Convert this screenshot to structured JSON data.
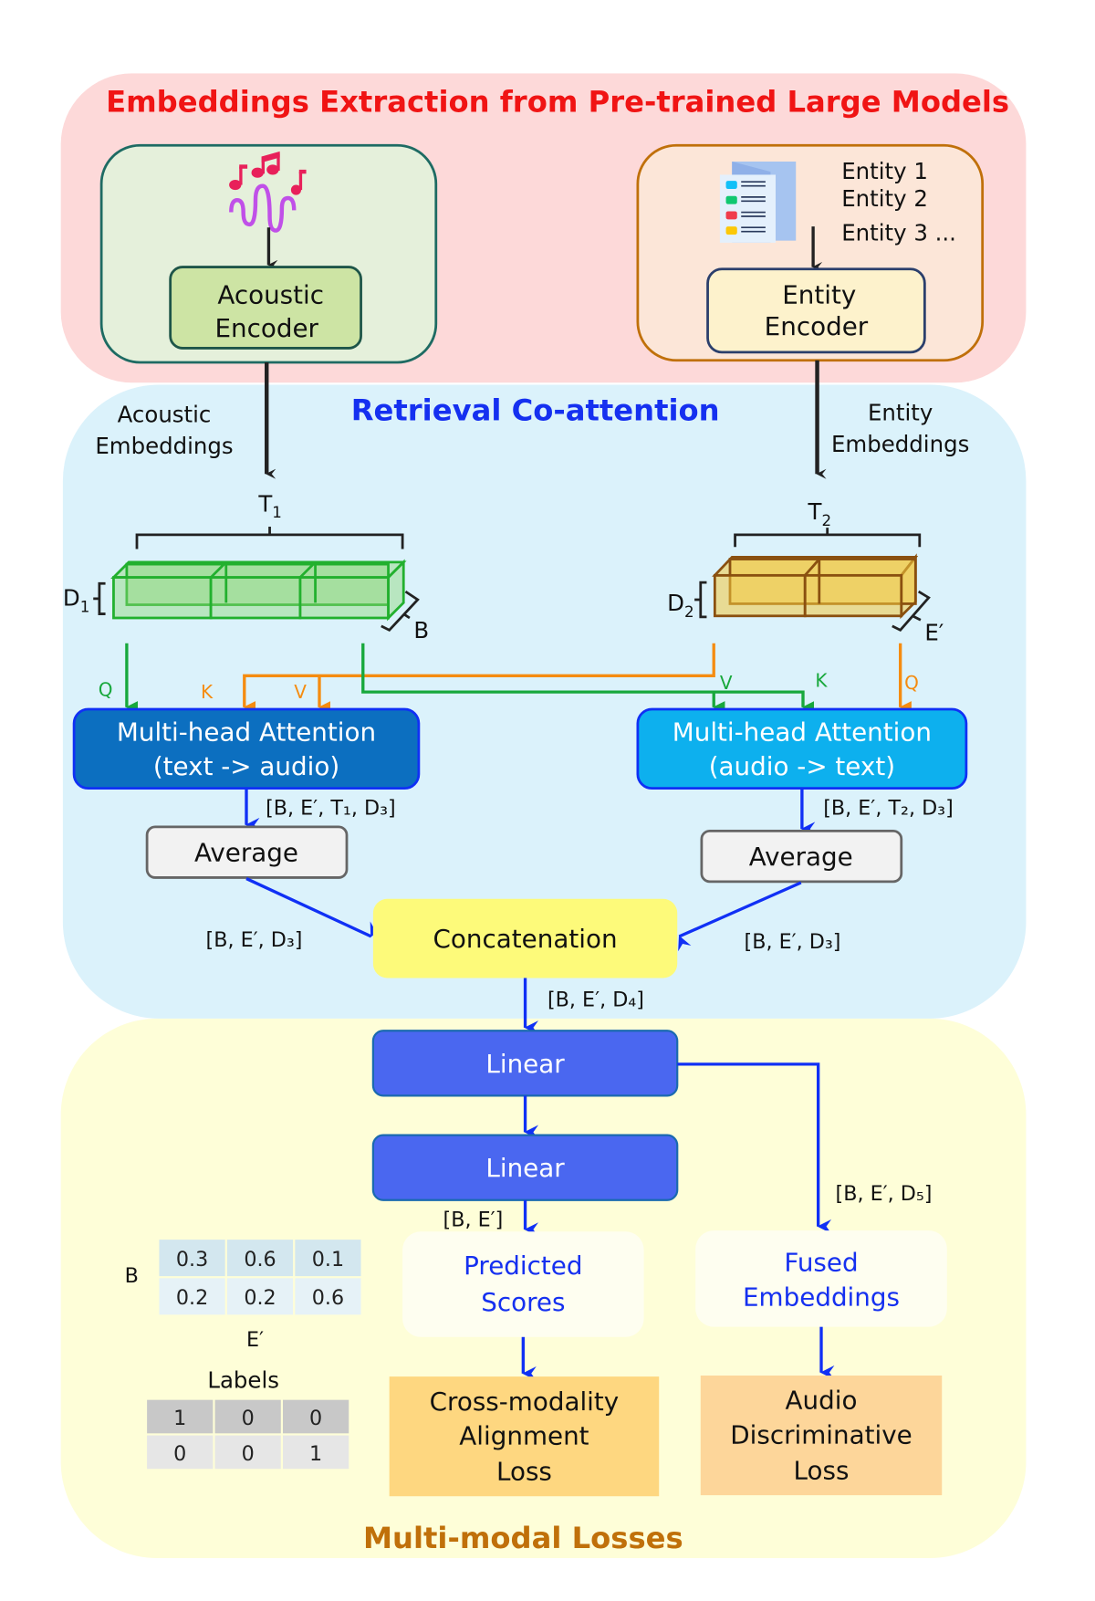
{
  "sections": {
    "extraction": {
      "title": "Embeddings Extraction from Pre-trained Large Models",
      "color": "#f01414"
    },
    "coattention": {
      "title": "Retrieval Co-attention",
      "color": "#1530f0"
    },
    "losses": {
      "title": "Multi-modal Losses",
      "color": "#c0700a"
    }
  },
  "acoustic": {
    "icon": "music-waveform-icon",
    "encoder_line1": "Acoustic",
    "encoder_line2": "Encoder",
    "embeddings_line1": "Acoustic",
    "embeddings_line2": "Embeddings",
    "tensor_T": "T",
    "tensor_T_sub": "1",
    "tensor_D": "D",
    "tensor_D_sub": "1",
    "tensor_B": "B"
  },
  "entity": {
    "icon": "document-list-icon",
    "list": [
      "Entity 1",
      "Entity 2",
      "Entity 3 ..."
    ],
    "encoder_line1": "Entity",
    "encoder_line2": "Encoder",
    "embeddings_line1": "Entity",
    "embeddings_line2": "Embeddings",
    "tensor_T": "T",
    "tensor_T_sub": "2",
    "tensor_D": "D",
    "tensor_D_sub": "2",
    "tensor_E": "E′"
  },
  "attention": {
    "left": {
      "line1": "Multi-head Attention",
      "line2": "(text -> audio)",
      "q": "Q",
      "k": "K",
      "v": "V",
      "out_shape": "[B, E′, T₁, D₃]"
    },
    "right": {
      "line1": "Multi-head Attention",
      "line2": "(audio -> text)",
      "q": "Q",
      "k": "K",
      "v": "V",
      "out_shape": "[B, E′, T₂, D₃]"
    }
  },
  "average": {
    "left_label": "Average",
    "right_label": "Average",
    "left_shape": "[B, E′, D₃]",
    "right_shape": "[B, E′, D₃]"
  },
  "concatenation": {
    "label": "Concatenation",
    "out_shape": "[B, E′, D₄]"
  },
  "linear": {
    "first_label": "Linear",
    "second_label": "Linear",
    "scores_shape": "[B, E′]",
    "fused_shape": "[B, E′, D₅]"
  },
  "outputs": {
    "predicted_line1": "Predicted",
    "predicted_line2": "Scores",
    "fused_line1": "Fused",
    "fused_line2": "Embeddings"
  },
  "losses": {
    "cross_line1": "Cross-modality",
    "cross_line2": "Alignment",
    "cross_line3": "Loss",
    "audio_line1": "Audio",
    "audio_line2": "Discriminative",
    "audio_line3": "Loss"
  },
  "score_matrix": {
    "row_label": "B",
    "col_label": "E′",
    "rows": [
      [
        "0.3",
        "0.6",
        "0.1"
      ],
      [
        "0.2",
        "0.2",
        "0.6"
      ]
    ]
  },
  "label_matrix": {
    "title": "Labels",
    "rows": [
      [
        "1",
        "0",
        "0"
      ],
      [
        "0",
        "0",
        "1"
      ]
    ]
  },
  "colors": {
    "extraction_bg": "#fdd9d9",
    "coattention_bg": "#dbf2fb",
    "losses_bg": "#fefed8",
    "mha_left": "#0c6fc0",
    "mha_right": "#0db0ee",
    "linear": "#4a67f0",
    "concat": "#fdfa7a",
    "arrow_blue": "#1030f5",
    "green": "#18a83c",
    "orange": "#f58c10",
    "cross_loss": "#fed780",
    "audio_loss": "#fdd69a"
  }
}
